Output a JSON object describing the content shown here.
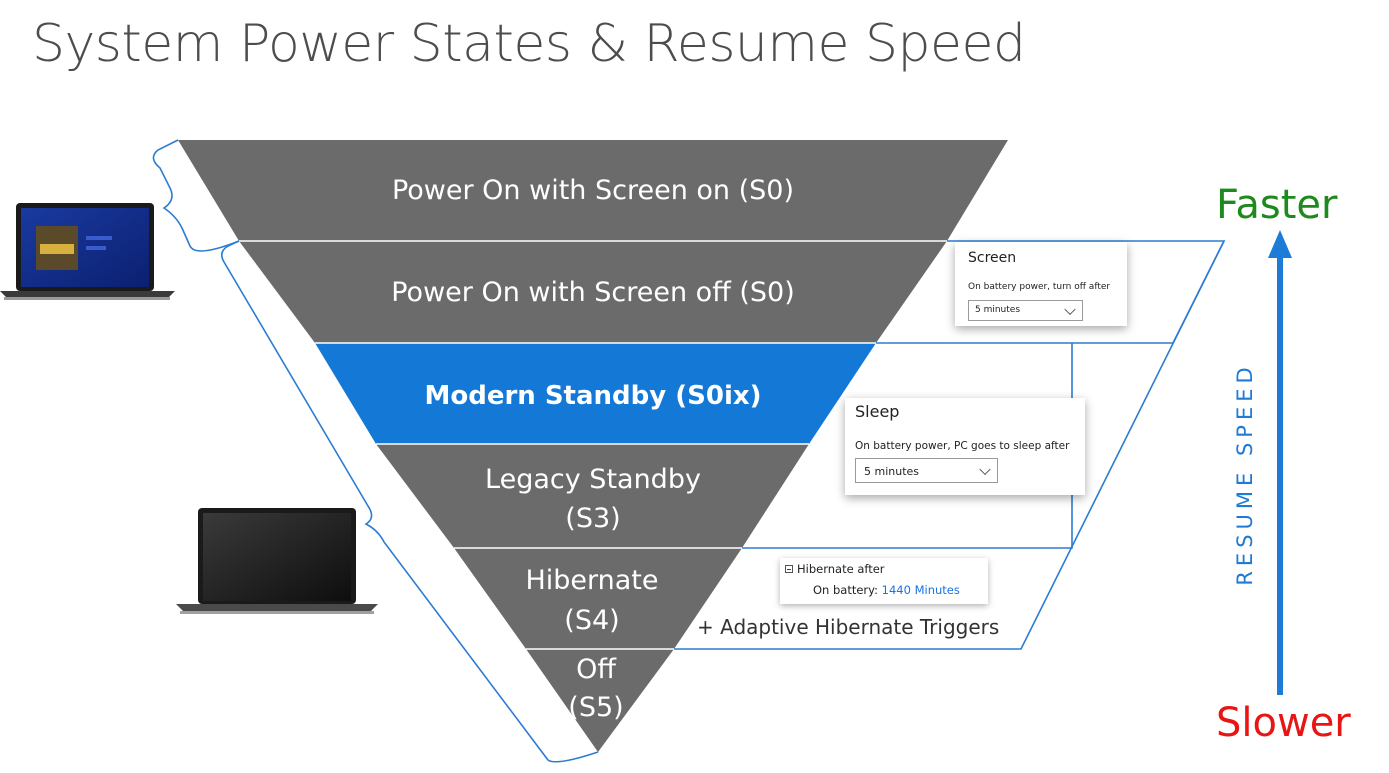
{
  "title": "System Power States & Resume Speed",
  "tiers": [
    {
      "label": "Power On with Screen on (S0)",
      "color": "#6b6b6b"
    },
    {
      "label": "Power On with Screen off (S0)",
      "color": "#6b6b6b"
    },
    {
      "label": "Modern Standby (S0ix)",
      "color": "#1479d6",
      "highlighted": true
    },
    {
      "label_line1": "Legacy Standby",
      "label_line2": "(S3)",
      "color": "#6b6b6b"
    },
    {
      "label_line1": "Hibernate",
      "label_line2": "(S4)",
      "color": "#6b6b6b"
    },
    {
      "label_line1": "Off",
      "label_line2": "(S5)",
      "color": "#6b6b6b"
    }
  ],
  "panels": {
    "screen": {
      "title": "Screen",
      "description": "On battery power, turn off after",
      "value": "5 minutes"
    },
    "sleep": {
      "title": "Sleep",
      "description": "On battery power, PC goes to sleep after",
      "value": "5 minutes"
    },
    "hibernate": {
      "title": "Hibernate after",
      "setting_label": "On battery:",
      "setting_value": "1440 Minutes"
    }
  },
  "adaptive_note": "+ Adaptive Hibernate Triggers",
  "speed_axis": {
    "top_label": "Faster",
    "bottom_label": "Slower",
    "axis_label": "RESUME SPEED",
    "top_color": "#1e8a1e",
    "bottom_color": "#e81515",
    "arrow_color": "#1e7bd6"
  },
  "icons": [
    "laptop-screen-on-icon",
    "laptop-screen-off-icon"
  ]
}
